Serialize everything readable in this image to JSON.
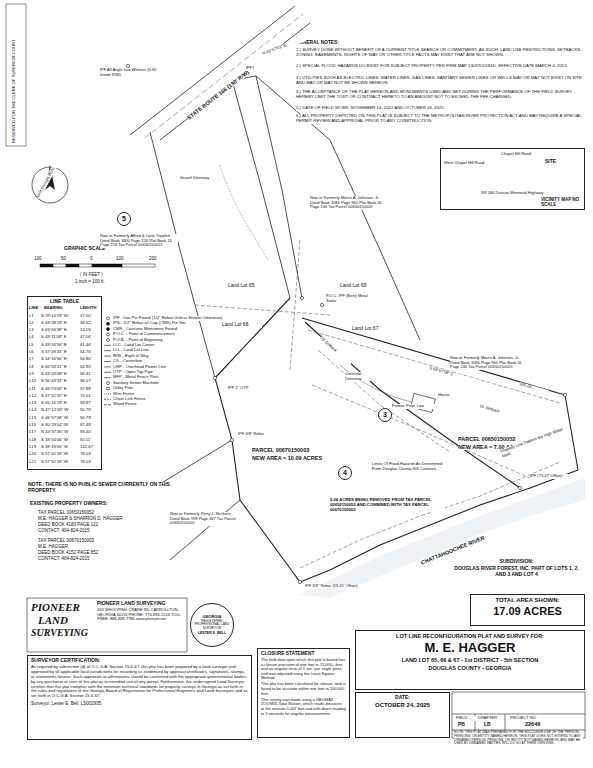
{
  "diagram": {
    "nodes": [
      {
        "text": [
          "5"
        ]
      },
      {
        "text": [
          "3"
        ]
      },
      {
        "text": [
          "4"
        ]
      },
      {
        "text": [
          "West Chapel Hill Road",
          "Chapel Hill Road",
          "SITE",
          "SR 166 Duncan Memorial Highway",
          "VICINITY MAP NO SCALE"
        ]
      },
      {
        "text": [
          "LINE TABLE"
        ]
      },
      {
        "text": [
          "CLOSURE STATEMENT",
          "The field data upon which this plat is based has a closure precision of one foot in 15,000+ feet, and an angular error of 5 sec. per angle point, and was adjusted using the Least Square Method.",
          "This plat has been calculated for closure, and is found to be accurate within one foot in 100,000 feet.",
          "This survey was made using a GEOMAX ZOOM35 Total Station, which reads distances to the nearest 0.007 foot and with direct reading to 5 seconds for angular measurement."
        ]
      },
      {
        "text": [
          "SURVEYOR CERTIFICATION:",
          "As required by subsection (d) of O.C.G.A. Section 15-6-67, this plat has been prepared by a land surveyor and approved by all applicable local jurisdictions for recording as evidenced by approval certificates, signatures, stamps, or statements hereon. Such approvals or affirmations should be confirmed with the appropriate governmental bodies by any purchaser or user of this plat as to intended use of any parcel. Furthermore, the undersigned Land Surveyor certifies that this plat complies with the minimum technical standards for property surveys in Georgia as set forth in the rules and regulations of the Georgia Board of Registration for Professional Engineers and Land Surveyors and as set forth in O.C.G.A. Section 15-6-67.",
          "Surveyor: Lester E. Bell, LS002935"
        ]
      },
      {
        "text": [
          "SUBDIVISION:",
          "DOUGLAS RIVER FOREST, INC. PART OF LOTS 1, 2, AND 3 AND LOT 4"
        ]
      },
      {
        "text": [
          "TOTAL AREA SHOWN:",
          "17.09 ACRES"
        ]
      },
      {
        "text": [
          "LOT LINE RECONFIGURATION PLAT AND SURVEY FOR:",
          "M. E. HAGGER",
          "LAND LOT 65, 66 & 67 - 1st DISTRICT - 5th SECTION",
          "DOUGLAS COUNTY - GEORGIA"
        ]
      },
      {
        "text": [
          "DATE:",
          "OCTOBER 24, 2025"
        ]
      },
      {
        "text": [
          "PIONEER LAND SURVEYING",
          "163 WHOOPING CRANE RD CARROLLTON, GEORGIA 30116 PHONE: 770-836-1516 TOLL FREE: 888-838-7780 www.plsteam.net"
        ]
      },
      {
        "text": [
          "GEORGIA",
          "REGISTERED PROFESSIONAL LAND SURVEYOR",
          "LESTER E. BELL"
        ]
      }
    ],
    "labels": [
      "RESERVED FOR THE CLERK OF SUPERIOR COURT",
      "GENERAL NOTES:",
      "1.) SURVEY DONE WITHOUT BENEFIT OF A CURRENT TITLE SEARCH OR COMMITMENT. AS SUCH, LAND USE RESTRICTIONS, SETBACKS, ZONING, EASEMENTS, RIGHTS OF WAY OR OTHER TITLE FACTS MAY EXIST THAT ARE NOT SHOWN.",
      "2.) SPECIAL FLOOD HAZARDS DO EXIST FOR SUBJECT PROPERTY PER FIRM MAP 13097C0184D, EFFECTIVE DATE MARCH 4, 2013.",
      "3.) UTILITIES SUCH AS ELECTRIC LINES, WATER LINES, GAS LINES, SANITARY SEWER LINES OR WELLS MAY OR MAY NOT EXIST ON SITE AND MAY OR MAY NOT BE SHOWN HEREON.",
      "4.) THE ACCEPTANCE OF THE PLAT HEREON AND MONUMENTS USED AND SET DURING THE PERFORMANCE OF THE FIELD SURVEY HEREBY LIMIT THE TORT OR CONTRACT HERETO TO AN AMOUNT NOT TO EXCEED THE FEE CHARGED.",
      "5.) DATE OF FIELD WORK: NOVEMBER 14, 2022 AND OCTOBER 13, 2025.",
      "6.) ALL PROPERTY DEPICTED ON THIS PLAT IS SUBJECT TO THE METROPOLITAN RIVER PROTECTION ACT AND MAY REQUIRE A SPECIAL PERMIT REVIEW AND APPROVAL PRIOR TO ANY CONSTRUCTION.",
      "Grid Georgia West",
      "GRAPHIC SCALE",
      "100",
      "50",
      "0",
      "100",
      "200",
      "( IN FEET )",
      "1 inch = 100 ft.",
      "STATE ROUTE 166 (130' R/W)",
      "IPF All Angle Iron Witness (0.90' Inside R/W)",
      "IPF1",
      "N 68°57'03\" E",
      "Gravel Driveway",
      "Now or Formerly Alfred & Lorie Tripplett Deed Book 3800 Page 126 Plat Book 13 Page 216 Tax Parcel 00650150021",
      "Land Lot 65",
      "Land Lot 66",
      "Land Lot 68",
      "Land Lot 67",
      "Now or Formerly Morris A. Johnson, Jr. Deed Book 3584 Page 960 Plat Book 41 Page 246 Tax Parcel 00650150020",
      "Now or Formerly Morris A. Johnson, Jr. Deed Book 3584 Page 960 Plat Book 41 Page 246 Tax Parcel 00650150020",
      "P.O.C. IPF (Bent) Metal Stake",
      "Concrete Driveway",
      "House",
      "PARCEL 00650150052",
      "NEW AREA = 7.00 ACRES",
      "PARCEL 00670150003",
      "NEW AREA = 10.09 ACRES",
      "Former Prop. Line",
      "Limits Of Flood Hazards As Determined From Douglas County GIS Contours",
      "5.04 ACRES BEING REMOVED FROM TAX PARCEL 00650150052 AND COMBINED WITH TAX PARCEL 00670150003",
      "Now or Formerly Perry J. McGuire Deed Book 999 Page 467 Tax Parcel 00660150005",
      "CHATTAHOOCHEE RIVER",
      "Property Line Follows the High Water Mark",
      "IPF 3/8\" Rebar (59.45' Offset)",
      "IPF (73.47' Offset)",
      "IPF 1\" OTP",
      "IPF 3/8\" Rebar",
      "S 68°57'08\" E",
      "935.28'",
      "15' Setback",
      "15' Setback",
      "NOTE: THERE IS NO PUBLIC SEWER CURRENTLY ON THIS PROPERTY",
      "EXISTING PROPERTY OWNERS:",
      "TAX PARCEL 00650150052",
      "M.E. HAGGER & SHARRON D. HAGGER",
      "DEED BOOK 4183 PAGE 122",
      "CONTACT: 404-824-2015",
      "TAX PARCEL 00670150003",
      "M.E. HAGGER",
      "DEED BOOK 4152 PAGE 852",
      "CONTACT: 404-824-2015",
      "PIONEER",
      "LAND",
      "SURVEYING",
      "FIELD",
      "DRAFTER",
      "PROJECT NO.",
      "PB",
      "LB",
      "22646",
      "NOTE: THIS PLAT WAS PREPARED FOR THE EXCLUSIVE USE OF THE PERSON, PERSONS, OR ENTITY NAMED HEREON. THIS PLAT DOES NOT EXTEND TO ANY UNNAMED PERSON, PERSONS, OR ENTITY NOT NAMED HEREON, AND MAY BE USED BY UNNAMED PARTIES WILL DO SO AT THEIR OWN RISK.",
      "LINE",
      "BEARING",
      "LENGTH",
      "L1",
      "S 29°14'19\" W",
      "37.50'",
      "L2",
      "S 43°28'18\" E",
      "48.62'",
      "L3",
      "S 63°54'38\" E",
      "14.15'",
      "L4",
      "S 49°11'09\" E",
      "47.06'",
      "L5",
      "S 49°54'56\" E",
      "61.46'",
      "L6",
      "S 57°49'33\" E",
      "54.70'",
      "L7",
      "S 54°16'56\" E",
      "54.80'",
      "L8",
      "S 60°53'41\" E",
      "64.85'",
      "L9",
      "S 43°33'08\" E",
      "56.41'",
      "L10",
      "S 56°43'33\" E",
      "36.07'",
      "L11",
      "S 46°23'06\" E",
      "57.88'",
      "L12",
      "S 47°52'20\" E",
      "72.01'",
      "L13",
      "S 65°14'19\" E",
      "59.87'",
      "L14",
      "N 47°12'49\" W",
      "50.79'",
      "L15",
      "S 46°57'08\" W",
      "50.79'",
      "L16",
      "S 30°29'04\" W",
      "67.48'",
      "L17",
      "N 44°57'36\" W",
      "93.40'",
      "L18",
      "S 18°54'06\" W",
      "50.11'",
      "L19",
      "S 39°19'05\" W",
      "142.67'",
      "L20",
      "S 57°42'18\" W",
      "78.03'",
      "L21",
      "S 57°52'18\" W",
      "78.03'"
    ],
    "legend": [
      {
        "text": "IPF - Iron Pin Found (1/2\" Rebar Unless Shown Otherwise)"
      },
      {
        "text": "IPS - 1/2\" Rebar w/ Cap (#935) Pin Set"
      },
      {
        "text": "CMF - Concrete Monument Found"
      },
      {
        "text": "P.O.C. - Point of Commencement"
      },
      {
        "text": "P.O.B. - Point of Beginning"
      },
      {
        "text": "LLC - Land Lot Corner"
      },
      {
        "text": "LLL - Land Lot Line"
      },
      {
        "text": "R/W - Right of Way"
      },
      {
        "text": "C/L - Centerline"
      },
      {
        "text": "OHP - Overhead Power Line"
      },
      {
        "text": "OTP - Open Top Pipe"
      },
      {
        "text": "MFP - Metal Fence Post"
      },
      {
        "text": "Sanitary Sewer Manhole"
      },
      {
        "text": "Utility Pole"
      },
      {
        "text": "Wire Fence"
      },
      {
        "text": "Chain Link Fence"
      },
      {
        "text": "Wood Fence"
      }
    ]
  }
}
